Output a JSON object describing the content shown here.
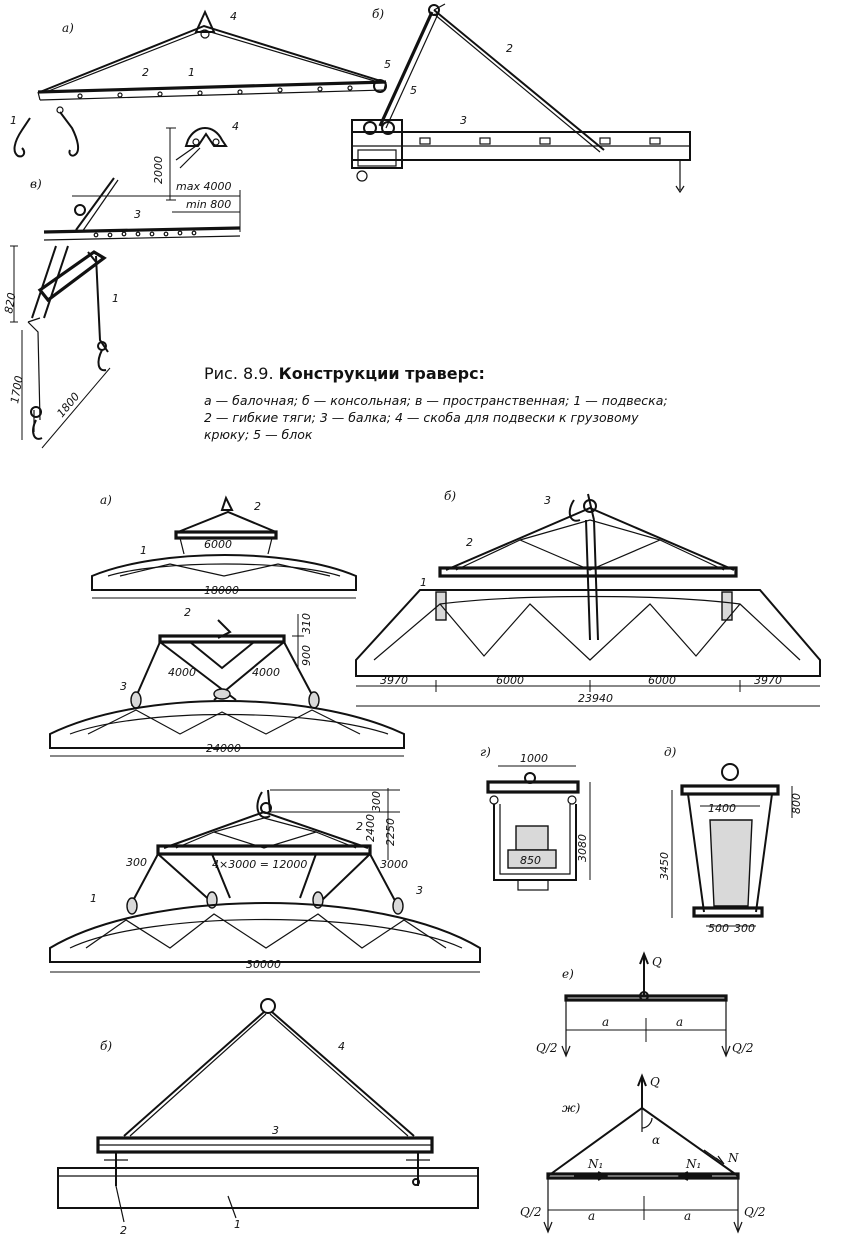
{
  "figure_caption": {
    "label": "Рис.  8.9.",
    "title": "Конструкции траверс:",
    "body": "а — балочная; б — консольная; в — пространственная; 1 — подвеска; 2 — гибкие тяги; 3 — балка; 4 — скоба для подвески к грузовому крюку; 5 — блок"
  },
  "top_views": {
    "a_label": "а)",
    "b_label": "б)",
    "v_label": "в)",
    "parts": {
      "p1": "1",
      "p2": "2",
      "p3": "3",
      "p4": "4",
      "p5": "5"
    },
    "dims": {
      "d2000": "2000",
      "dmax4000": "max 4000",
      "dmin800": "min 800",
      "d820": "820",
      "d1700": "1700",
      "d1800": "1800"
    }
  },
  "truss_views": {
    "a_label": "а)",
    "b_label": "б)",
    "a_dims": {
      "d6000": "6000",
      "d18000": "18000",
      "d24000": "24000",
      "d4000l": "4000",
      "d4000r": "4000",
      "d310": "310",
      "d900": "900"
    },
    "b_dims": {
      "d3970l": "3970",
      "d6000l": "6000",
      "d6000r": "6000",
      "d3970r": "3970",
      "d23940": "23940"
    },
    "c_dims": {
      "d300top": "300",
      "d2400": "2400",
      "d2250": "2250",
      "d300l": "300",
      "d12000": "4×3000 = 12000",
      "d3000": "3000",
      "d30000": "30000"
    }
  },
  "small_views": {
    "g_label": "г)",
    "d_label": "д)",
    "e_label": "е)",
    "zh_label": "ж)",
    "g_dims": {
      "d1000": "1000",
      "d3080": "3080",
      "d850": "850"
    },
    "d_dims": {
      "d1400": "1400",
      "d800": "800",
      "d3450": "3450",
      "d500": "500",
      "d300": "300"
    },
    "force": {
      "Q": "Q",
      "Q2l": "Q/2",
      "Q2r": "Q/2",
      "a1": "a",
      "a2": "a",
      "N1l": "N₁",
      "N1r": "N₁",
      "N": "N",
      "alpha": "α"
    }
  },
  "bottom_view": {
    "label": "б)",
    "p2": "2",
    "p1": "1",
    "p3": "3",
    "p4": "4"
  }
}
